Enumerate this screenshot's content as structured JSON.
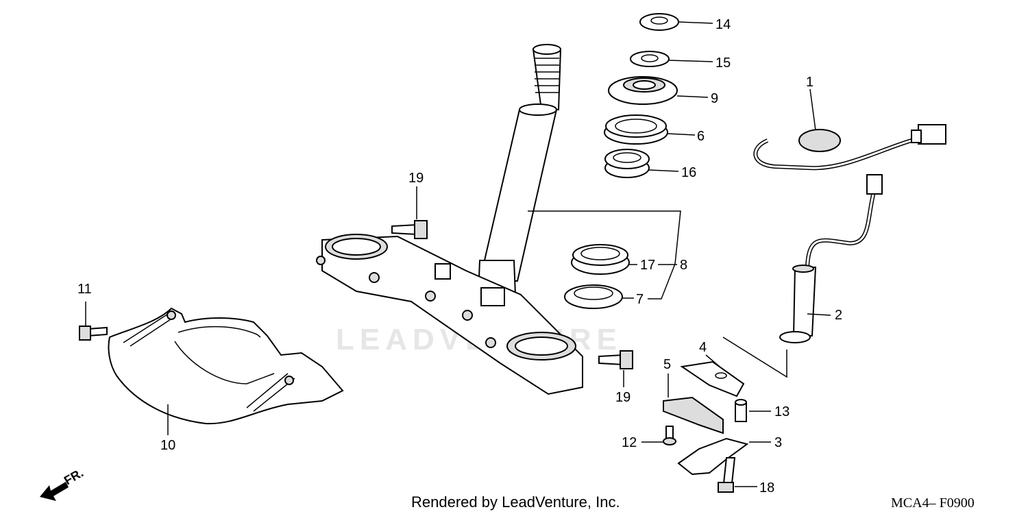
{
  "watermark": "LEADVENTURE",
  "footer": {
    "rendered_by": "Rendered by LeadVenture, Inc.",
    "diagram_code": "MCA4– F0900"
  },
  "direction_label": "FR.",
  "callouts": [
    {
      "id": "c14",
      "num": "14"
    },
    {
      "id": "c15",
      "num": "15"
    },
    {
      "id": "c9",
      "num": "9"
    },
    {
      "id": "c6",
      "num": "6"
    },
    {
      "id": "c16",
      "num": "16"
    },
    {
      "id": "c1",
      "num": "1"
    },
    {
      "id": "c19a",
      "num": "19"
    },
    {
      "id": "c17",
      "num": "17"
    },
    {
      "id": "c8",
      "num": "8"
    },
    {
      "id": "c7",
      "num": "7"
    },
    {
      "id": "c2",
      "num": "2"
    },
    {
      "id": "c11",
      "num": "11"
    },
    {
      "id": "c4",
      "num": "4"
    },
    {
      "id": "c5",
      "num": "5"
    },
    {
      "id": "c19b",
      "num": "19"
    },
    {
      "id": "c13",
      "num": "13"
    },
    {
      "id": "c12",
      "num": "12"
    },
    {
      "id": "c3",
      "num": "3"
    },
    {
      "id": "c10",
      "num": "10"
    },
    {
      "id": "c18",
      "num": "18"
    }
  ]
}
